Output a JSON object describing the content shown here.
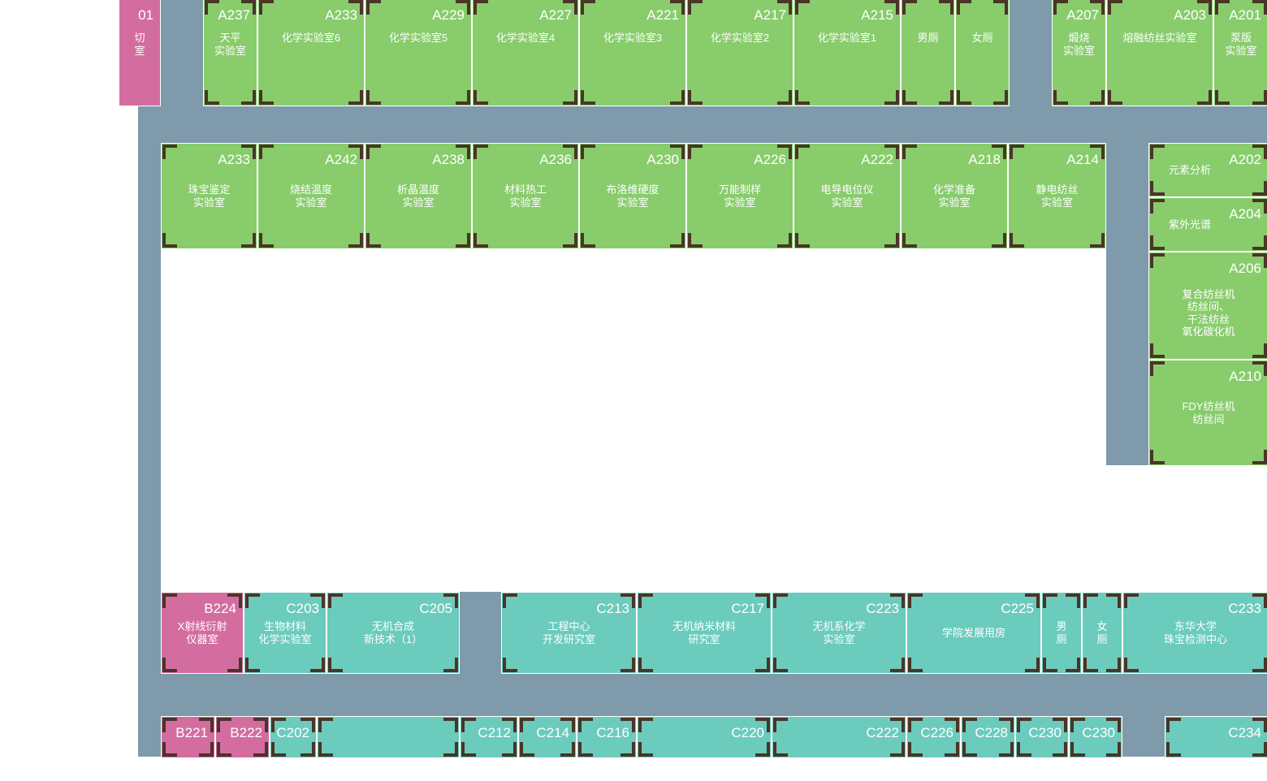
{
  "colors": {
    "corridor": "#7f9aaa",
    "lab_green": "#88cc6c",
    "room_teal": "#6bcbbd",
    "room_pink": "#d46d9f",
    "corner_mark": "#4a3527",
    "label": "#ffffff"
  },
  "rooms": [
    {
      "code": "01",
      "name": "切\n室",
      "color": "pink",
      "corners": false
    },
    {
      "code": "A237",
      "name": "天平\n实验室",
      "color": "green",
      "top": true
    },
    {
      "code": "A233",
      "name": "化学实验室6",
      "color": "green",
      "top": true
    },
    {
      "code": "A229",
      "name": "化学实验室5",
      "color": "green",
      "top": true
    },
    {
      "code": "A227",
      "name": "化学实验室4",
      "color": "green",
      "top": true
    },
    {
      "code": "A221",
      "name": "化学实验室3",
      "color": "green",
      "top": true
    },
    {
      "code": "A217",
      "name": "化学实验室2",
      "color": "green",
      "top": true
    },
    {
      "code": "A215",
      "name": "化学实验室1",
      "color": "green",
      "top": true
    },
    {
      "code": "",
      "name": "男厕",
      "color": "green",
      "top": true
    },
    {
      "code": "",
      "name": "女厕",
      "color": "green",
      "top": true
    },
    {
      "code": "A207",
      "name": "煅烧\n实验室",
      "color": "green",
      "top": true
    },
    {
      "code": "A203",
      "name": "熔融纺丝实验室",
      "color": "green",
      "top": true
    },
    {
      "code": "A201",
      "name": "泵版\n实验室",
      "color": "green",
      "top": true
    },
    {
      "code": "A233",
      "name": "珠宝鉴定\n实验室",
      "color": "green",
      "top": false
    },
    {
      "code": "A242",
      "name": "烧结温度\n实验室",
      "color": "green",
      "top": false
    },
    {
      "code": "A238",
      "name": "析晶温度\n实验室",
      "color": "green",
      "top": false
    },
    {
      "code": "A236",
      "name": "材料热工\n实验室",
      "color": "green",
      "top": false
    },
    {
      "code": "A230",
      "name": "布洛维硬度\n实验室",
      "color": "green",
      "top": false
    },
    {
      "code": "A226",
      "name": "万能制样\n实验室",
      "color": "green",
      "top": false
    },
    {
      "code": "A222",
      "name": "电导电位仪\n实验室",
      "color": "green",
      "top": false
    },
    {
      "code": "A218",
      "name": "化学准备\n实验室",
      "color": "green",
      "top": false
    },
    {
      "code": "A214",
      "name": "静电纺丝\n实验室",
      "color": "green",
      "top": false
    },
    {
      "code": "A202",
      "name": "元素分析",
      "color": "green",
      "top": false
    },
    {
      "code": "A204",
      "name": "紫外光谱",
      "color": "green",
      "top": false
    },
    {
      "code": "A206",
      "name": "复合纺丝机\n纺丝间、\n干法纺丝\n氧化碳化机",
      "color": "green",
      "top": false
    },
    {
      "code": "A210",
      "name": "FDY纺丝机\n纺丝间",
      "color": "green",
      "top": false
    },
    {
      "code": "B224",
      "name": "X射线衍射\n仪器室",
      "color": "pink",
      "top": false
    },
    {
      "code": "C203",
      "name": "生物材料\n化学实验室",
      "color": "teal",
      "top": false
    },
    {
      "code": "C205",
      "name": "无机合成\n新技术（1）",
      "color": "teal",
      "top": false
    },
    {
      "code": "C213",
      "name": "工程中心\n开发研究室",
      "color": "teal",
      "top": false
    },
    {
      "code": "C217",
      "name": "无机纳米材料\n研究室",
      "color": "teal",
      "top": false
    },
    {
      "code": "C223",
      "name": "无机系化学\n实验室",
      "color": "teal",
      "top": false
    },
    {
      "code": "C225",
      "name": "学院发展用房",
      "color": "teal",
      "top": false
    },
    {
      "code": "",
      "name": "男\n厕",
      "color": "teal",
      "top": false
    },
    {
      "code": "",
      "name": "女\n厕",
      "color": "teal",
      "top": false
    },
    {
      "code": "C233",
      "name": "东华大学\n珠宝检测中心",
      "color": "teal",
      "top": false
    },
    {
      "code": "B221",
      "name": "",
      "color": "pink",
      "top": false
    },
    {
      "code": "B222",
      "name": "",
      "color": "pink",
      "top": false
    },
    {
      "code": "C202",
      "name": "",
      "color": "teal",
      "top": false
    },
    {
      "code": "",
      "name": "",
      "color": "teal",
      "top": false
    },
    {
      "code": "C212",
      "name": "",
      "color": "teal",
      "top": false
    },
    {
      "code": "C214",
      "name": "",
      "color": "teal",
      "top": false
    },
    {
      "code": "C216",
      "name": "",
      "color": "teal",
      "top": false
    },
    {
      "code": "C220",
      "name": "",
      "color": "teal",
      "top": false
    },
    {
      "code": "C222",
      "name": "",
      "color": "teal",
      "top": false
    },
    {
      "code": "C226",
      "name": "",
      "color": "teal",
      "top": false
    },
    {
      "code": "C228",
      "name": "",
      "color": "teal",
      "top": false
    },
    {
      "code": "C230",
      "name": "",
      "color": "teal",
      "top": false
    },
    {
      "code": "C230",
      "name": "",
      "color": "teal",
      "top": false
    },
    {
      "code": "C234",
      "name": "",
      "color": "teal",
      "top": false
    }
  ]
}
